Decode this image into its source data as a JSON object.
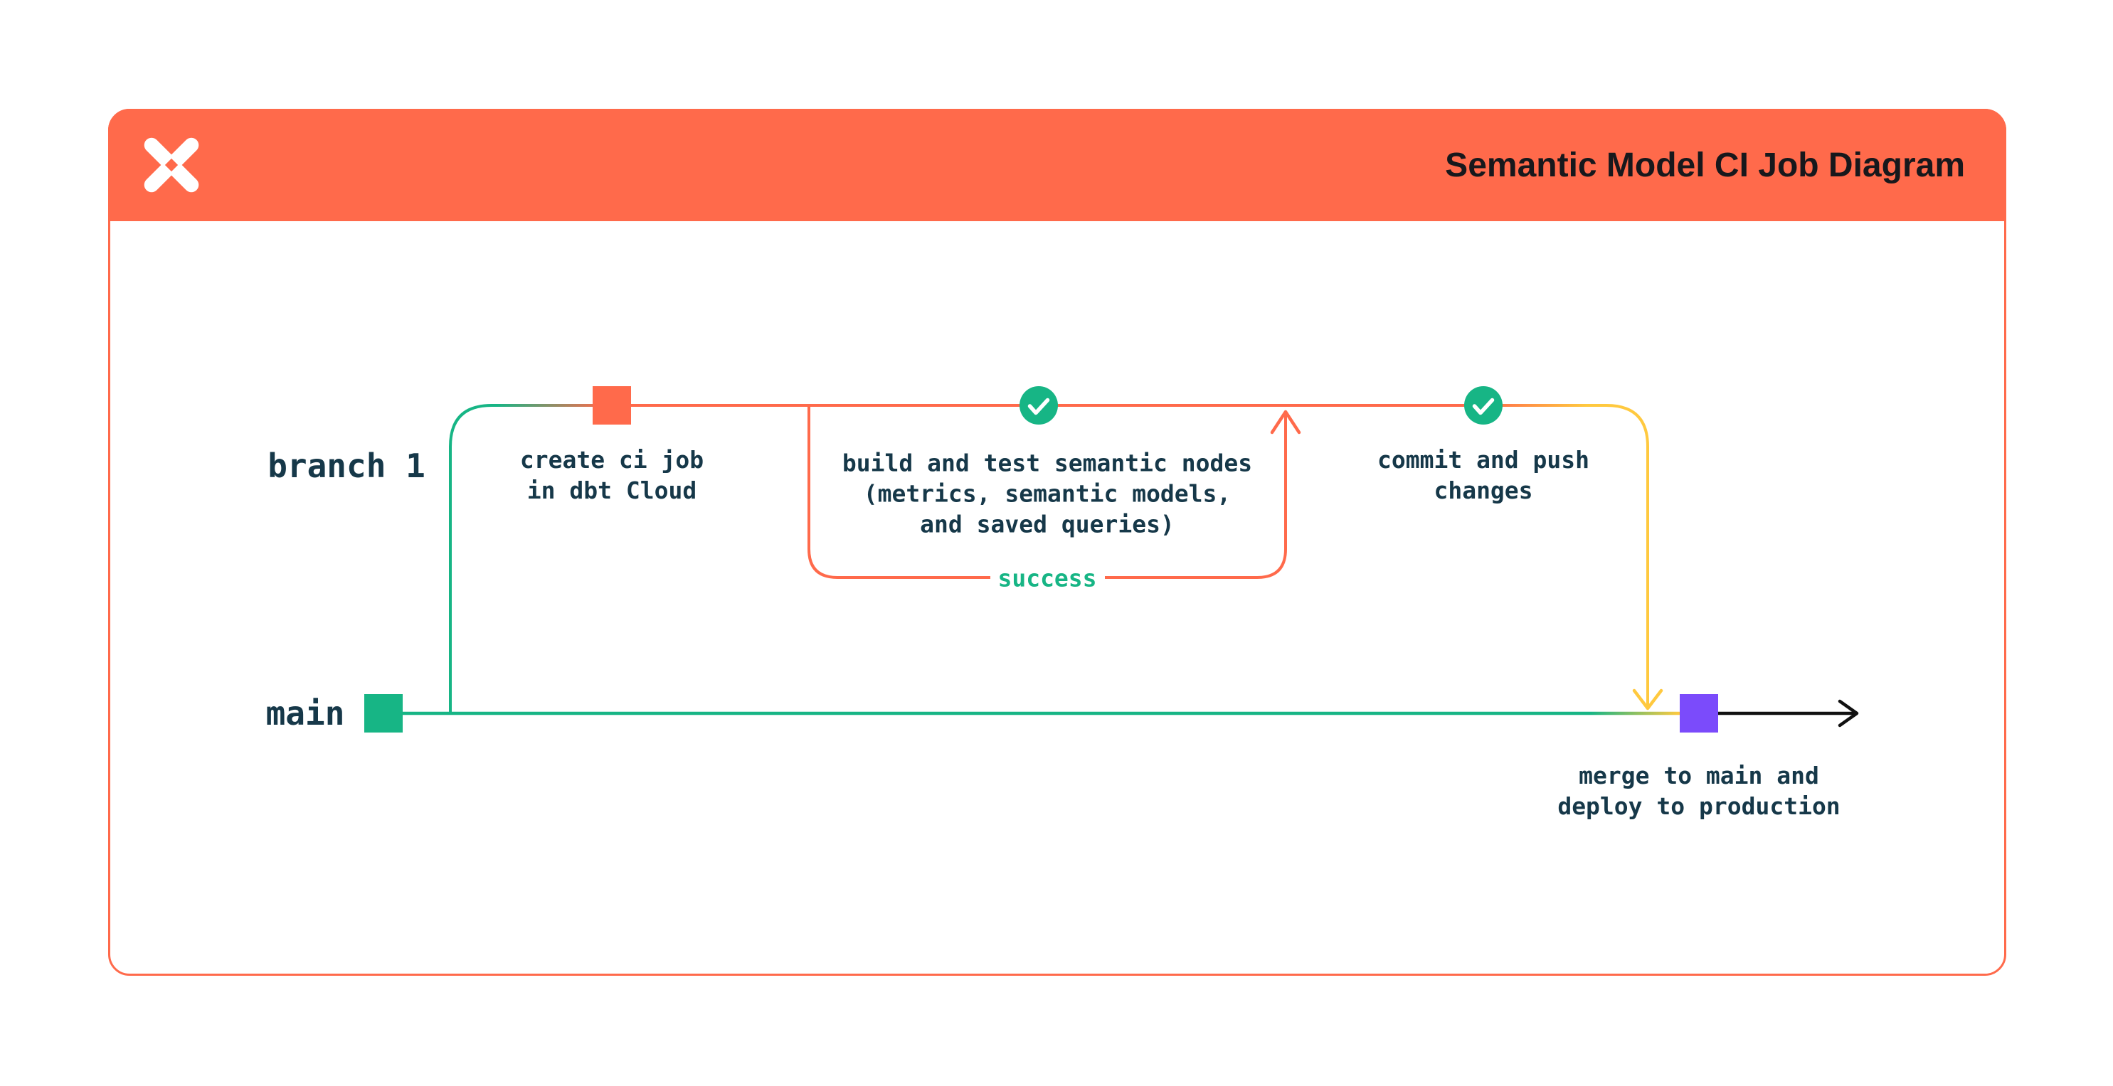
{
  "header": {
    "title": "Semantic Model CI Job Diagram",
    "logo": "dbt-logo"
  },
  "colors": {
    "c-orange": "#FF6A4B",
    "c-green": "#17B585",
    "c-yellow": "#FFC93F",
    "c-purple": "#7B4BFB",
    "c-ink": "#163849",
    "c-title": "#17181C",
    "c-black": "#111111",
    "c-bg": "#FFFFFF"
  },
  "diagram": {
    "branches": {
      "branch1": {
        "label": "branch 1"
      },
      "main": {
        "label": "main"
      }
    },
    "nodes": {
      "create_ci": {
        "label": "create ci job\nin dbt Cloud",
        "marker": "orange-commit-square"
      },
      "build_test": {
        "label": "build and test semantic nodes\n(metrics, semantic models,\nand saved queries)",
        "marker": "success-check-circle"
      },
      "commit_push": {
        "label": "commit and push\nchanges",
        "marker": "success-check-circle"
      },
      "merge_deploy": {
        "label": "merge to main and\ndeploy to production",
        "marker": "purple-merge-square"
      }
    },
    "loop": {
      "label": "success"
    }
  }
}
